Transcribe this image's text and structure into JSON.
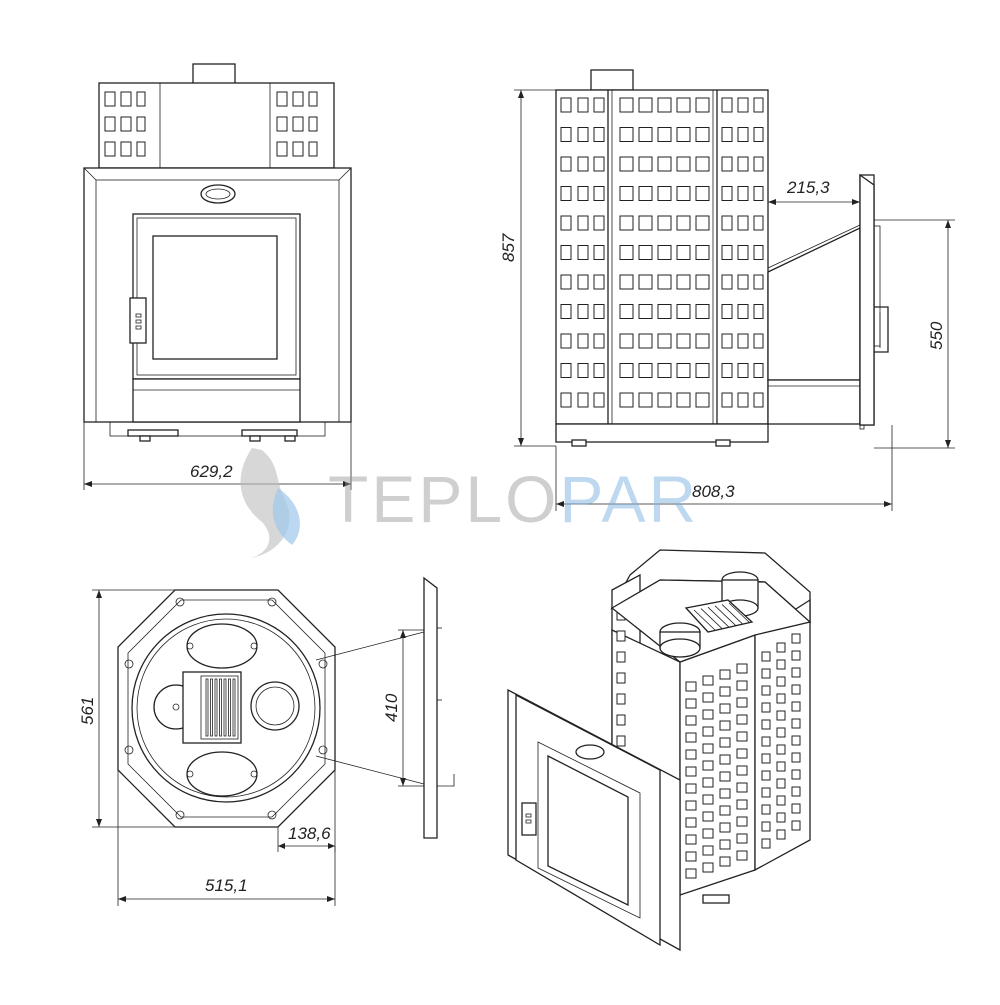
{
  "dimensions": {
    "front_width": "629,2",
    "side_height": "857",
    "side_tunnel_length": "215,3",
    "side_door_height": "550",
    "side_overall_length": "808,3",
    "top_depth": "561",
    "top_width": "515,1",
    "top_tunnel": "138,6",
    "top_portal_width": "410"
  },
  "watermark": {
    "part1": "TEPLO",
    "part2": "PAR"
  },
  "colors": {
    "line": "#222222",
    "watermark_gray": "#9a9a9a",
    "watermark_blue": "#7fb2e0"
  }
}
